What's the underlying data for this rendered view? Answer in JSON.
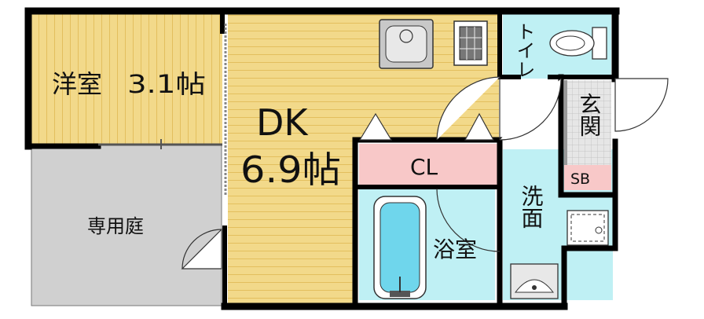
{
  "rooms": {
    "western": {
      "name": "洋室",
      "size": "3.1帖"
    },
    "dk": {
      "name": "DK",
      "size": "6.9帖"
    },
    "garden": {
      "name": "専用庭"
    },
    "closet": {
      "name": "CL"
    },
    "bath": {
      "name": "浴室"
    },
    "washroom": {
      "name": "洗面"
    },
    "toilet": {
      "name": "トイレ"
    },
    "entrance": {
      "name": "玄関"
    },
    "shoebox": {
      "name": "SB"
    }
  },
  "colors": {
    "wood_floor": "#f2d98a",
    "wood_stripe": "#e3bf5e",
    "tile": "#bff0f4",
    "closet": "#f8c8c8",
    "garden": "#d0d0d0",
    "wall": "#000000",
    "fixture": "#c8c8c8",
    "bathtub": "#6fd6ec",
    "entrance": "#e6e6e6"
  }
}
